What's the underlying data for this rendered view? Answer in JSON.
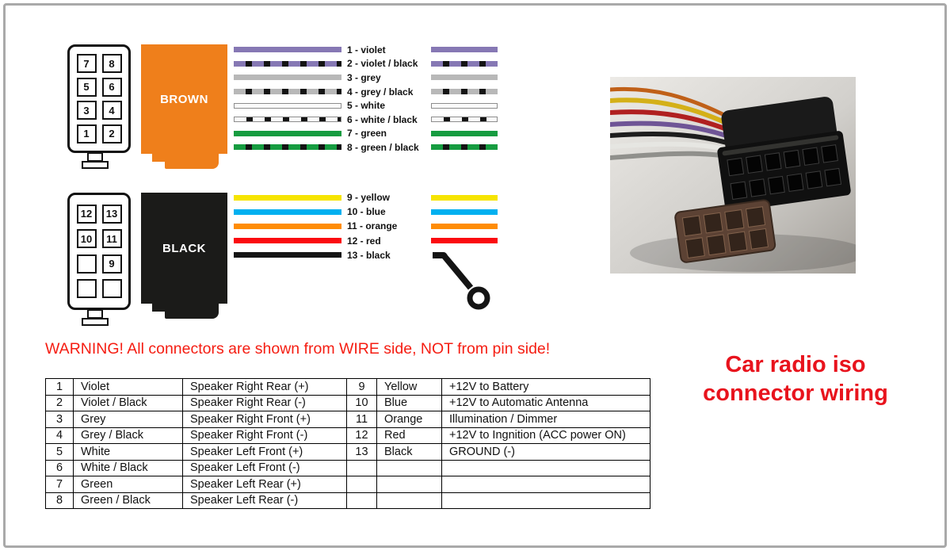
{
  "frame": {
    "border_color": "#a9a9a9"
  },
  "title": {
    "lines": [
      "Car radio iso",
      "connector wiring"
    ],
    "color": "#e8131d"
  },
  "warning": {
    "text": "WARNING! All connectors are shown from WIRE side, NOT from pin side!",
    "color": "#f51d12"
  },
  "icons": {
    "ground": "ground-terminal-icon",
    "photo": "iso-connector-photo"
  },
  "connector_brown": {
    "label": "BROWN",
    "box_color": "#ef7f1b",
    "pin_rows": [
      [
        "7",
        "8"
      ],
      [
        "5",
        "6"
      ],
      [
        "3",
        "4"
      ],
      [
        "1",
        "2"
      ]
    ],
    "wires": [
      {
        "label": "1 - violet",
        "color": "#8678b4",
        "striped": false
      },
      {
        "label": "2 - violet / black",
        "color": "#8678b4",
        "striped": true
      },
      {
        "label": "3 - grey",
        "color": "#b8b8b8",
        "striped": false
      },
      {
        "label": "4 - grey / black",
        "color": "#b8b8b8",
        "striped": true
      },
      {
        "label": "5 - white",
        "color": "#fafafa",
        "striped": false,
        "outlined": true
      },
      {
        "label": "6 - white / black",
        "color": "#fafafa",
        "striped": true,
        "outlined": true
      },
      {
        "label": "7 - green",
        "color": "#169c40",
        "striped": false
      },
      {
        "label": "8 - green / black",
        "color": "#169c40",
        "striped": true
      }
    ]
  },
  "connector_black": {
    "label": "BLACK",
    "box_color": "#1b1b19",
    "pin_rows": [
      [
        "12",
        "13"
      ],
      [
        "10",
        "11"
      ],
      [
        "",
        "9"
      ],
      [
        "",
        ""
      ]
    ],
    "wires": [
      {
        "label": "9 - yellow",
        "color": "#f6e400",
        "striped": false
      },
      {
        "label": "10 - blue",
        "color": "#00b0f0",
        "striped": false
      },
      {
        "label": "11 - orange",
        "color": "#ff8c05",
        "striped": false
      },
      {
        "label": "12 - red",
        "color": "#fb0b10",
        "striped": false
      },
      {
        "label": "13 - black",
        "color": "#151515",
        "striped": false,
        "ground": true
      }
    ]
  },
  "table": {
    "rows": [
      [
        "1",
        "Violet",
        "Speaker Right Rear (+)",
        "9",
        "Yellow",
        "+12V to Battery"
      ],
      [
        "2",
        "Violet / Black",
        "Speaker Right Rear (-)",
        "10",
        "Blue",
        "+12V to Automatic Antenna"
      ],
      [
        "3",
        "Grey",
        "Speaker Right Front (+)",
        "11",
        "Orange",
        "Illumination / Dimmer"
      ],
      [
        "4",
        "Grey / Black",
        "Speaker Right Front (-)",
        "12",
        "Red",
        "+12V to Ingnition (ACC power ON)"
      ],
      [
        "5",
        "White",
        "Speaker Left Front (+)",
        "13",
        "Black",
        "GROUND (-)"
      ],
      [
        "6",
        "White / Black",
        "Speaker Left Front (-)",
        "",
        "",
        ""
      ],
      [
        "7",
        "Green",
        "Speaker Left Rear (+)",
        "",
        "",
        ""
      ],
      [
        "8",
        "Green / Black",
        "Speaker Left Rear (-)",
        "",
        "",
        ""
      ]
    ]
  }
}
